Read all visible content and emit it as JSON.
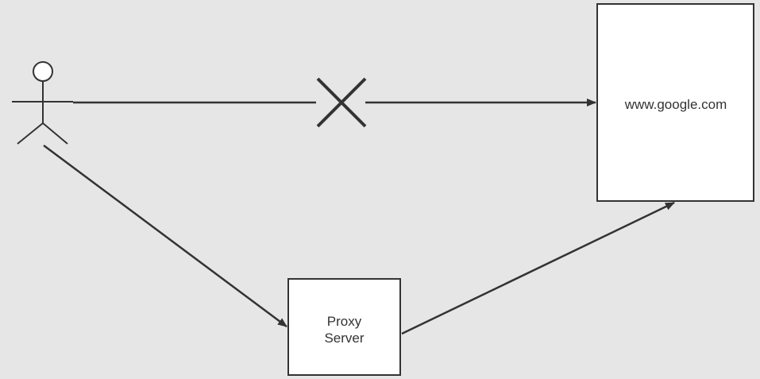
{
  "nodes": {
    "website": {
      "label": "www.google.com"
    },
    "proxy": {
      "label_line1": "Proxy",
      "label_line2": "Server"
    }
  },
  "colors": {
    "background": "#e6e6e6",
    "stroke": "#333333",
    "box_fill": "#ffffff"
  }
}
